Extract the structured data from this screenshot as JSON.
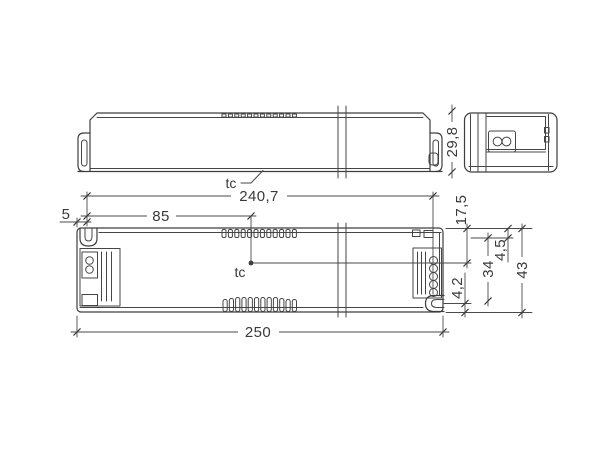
{
  "drawing": {
    "background": "#ffffff",
    "line_color": "#454545",
    "text_color": "#3a3a3a",
    "side_view": {
      "height": "29,8",
      "tc": "tc"
    },
    "plan_view": {
      "tc": "tc",
      "mounting_hole_distance": "240,7",
      "tc_distance_from_mount": "85",
      "mount_inset_left": "5",
      "tc_distance_from_top_edge": "17,5",
      "slot_offset_top": "4,5",
      "slot_span": "34",
      "slot_offset_bottom": "4,2",
      "case_width": "43",
      "case_length": "250"
    }
  }
}
